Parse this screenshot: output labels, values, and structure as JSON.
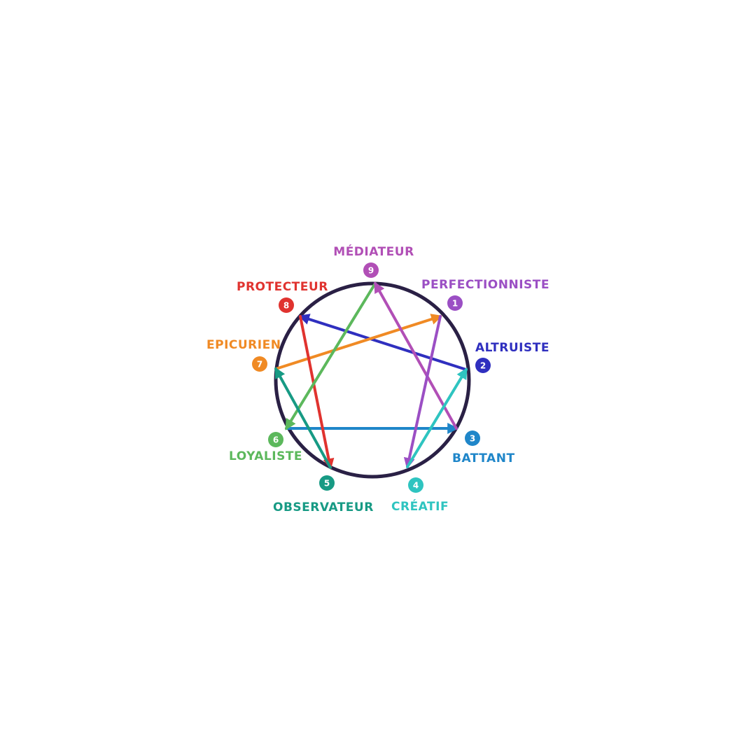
{
  "diagram": {
    "ring_color": "#2a2045",
    "types": [
      {
        "num": "1",
        "label": "PERFECTIONNISTE",
        "color": "#9b4fc4"
      },
      {
        "num": "2",
        "label": "ALTRUISTE",
        "color": "#2f2fbf"
      },
      {
        "num": "3",
        "label": "BATTANT",
        "color": "#1f86c9"
      },
      {
        "num": "4",
        "label": "CRÉATIF",
        "color": "#2ec4c0"
      },
      {
        "num": "5",
        "label": "OBSERVATEUR",
        "color": "#179a84"
      },
      {
        "num": "6",
        "label": "LOYALISTE",
        "color": "#5cb85c"
      },
      {
        "num": "7",
        "label": "EPICURIEN",
        "color": "#f08a24"
      },
      {
        "num": "8",
        "label": "PROTECTEUR",
        "color": "#e0332f"
      },
      {
        "num": "9",
        "label": "MÉDIATEUR",
        "color": "#b14fb6"
      }
    ],
    "arrows": [
      {
        "from": "2",
        "to": "8",
        "color": "#2f2fbf"
      },
      {
        "from": "7",
        "to": "1",
        "color": "#f08a24"
      },
      {
        "from": "6",
        "to": "3",
        "color": "#1f86c9"
      },
      {
        "from": "8",
        "to": "5",
        "color": "#e0332f"
      },
      {
        "from": "9",
        "to": "6",
        "color": "#5cb85c"
      },
      {
        "from": "3",
        "to": "9",
        "color": "#b14fb6"
      },
      {
        "from": "1",
        "to": "4",
        "color": "#9b4fc4"
      },
      {
        "from": "4",
        "to": "2",
        "color": "#2ec4c0"
      },
      {
        "from": "5",
        "to": "7",
        "color": "#179a84"
      }
    ]
  }
}
